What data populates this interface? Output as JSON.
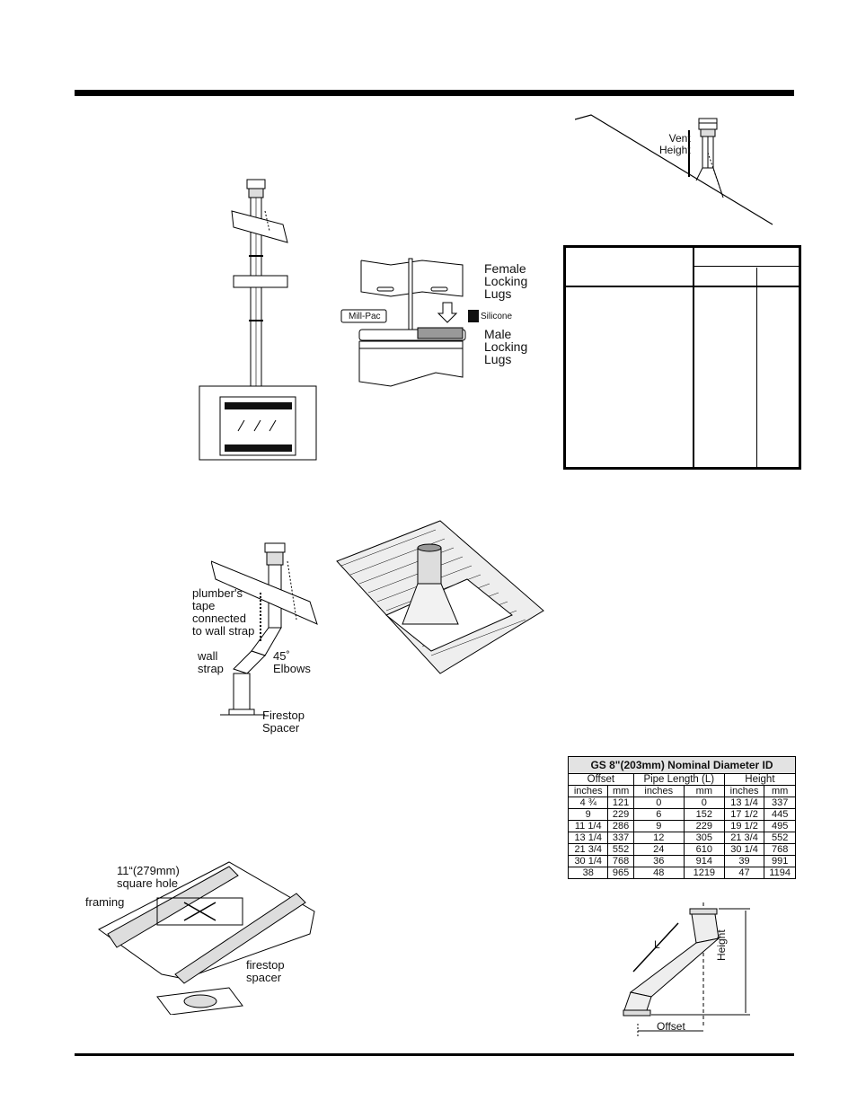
{
  "labels": {
    "vent_height": "Vent\nHeight",
    "female_lugs": "Female\nLocking\nLugs",
    "male_lugs": "Male\nLocking\nLugs",
    "mill_pac": "Mill-Pac",
    "silicone": "Silicone",
    "plumbers_tape": "plumber's\ntape\nconnected\nto wall strap",
    "wall_strap": "wall\nstrap",
    "elbows": "45˚\nElbows",
    "firestop_spacer_top": "Firestop\nSpacer",
    "square_hole": "11“(279mm)\nsquare hole",
    "framing": "framing",
    "firestop_spacer_bottom": "firestop\nspacer",
    "dim_L": "L",
    "dim_height": "Height",
    "dim_offset": "Offset"
  },
  "offset_table": {
    "title": "GS 8\"(203mm) Nominal Diameter ID",
    "groups": [
      "Offset",
      "Pipe Length (L)",
      "Height"
    ],
    "units": [
      "inches",
      "mm",
      "inches",
      "mm",
      "inches",
      "mm"
    ],
    "rows": [
      [
        "4 ¾",
        "121",
        "0",
        "0",
        "13 1/4",
        "337"
      ],
      [
        "9",
        "229",
        "6",
        "152",
        "17 1/2",
        "445"
      ],
      [
        "11 1/4",
        "286",
        "9",
        "229",
        "19 1/2",
        "495"
      ],
      [
        "13 1/4",
        "337",
        "12",
        "305",
        "21 3/4",
        "552"
      ],
      [
        "21 3/4",
        "552",
        "24",
        "610",
        "30 1/4",
        "768"
      ],
      [
        "30 1/4",
        "768",
        "36",
        "914",
        "39",
        "991"
      ],
      [
        "38",
        "965",
        "48",
        "1219",
        "47",
        "1194"
      ]
    ]
  }
}
